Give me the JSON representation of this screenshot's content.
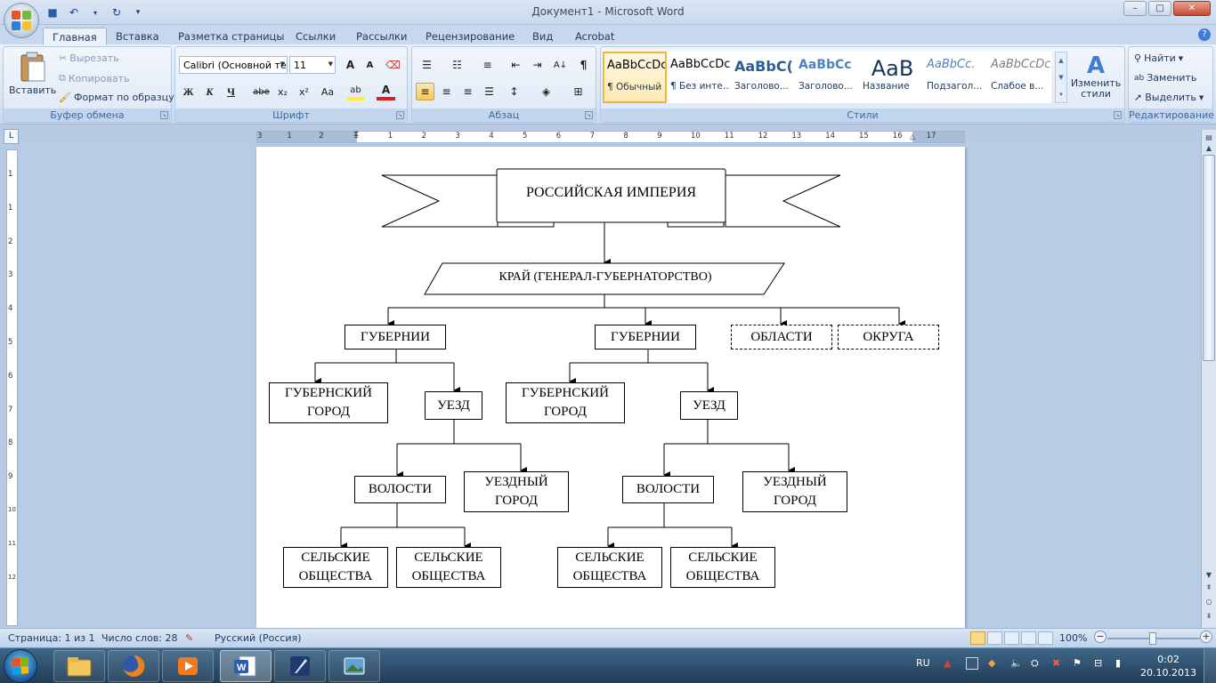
{
  "window": {
    "title": "Документ1 - Microsoft Word",
    "controls": {
      "minimize": "–",
      "maximize": "□",
      "close": "✕"
    }
  },
  "quick_access": {
    "save_icon": "💾",
    "undo_icon": "↶",
    "redo_icon": "↻",
    "customize_icon": "▾"
  },
  "tabs": [
    {
      "label": "Главная",
      "active": true
    },
    {
      "label": "Вставка"
    },
    {
      "label": "Разметка страницы"
    },
    {
      "label": "Ссылки"
    },
    {
      "label": "Рассылки"
    },
    {
      "label": "Рецензирование"
    },
    {
      "label": "Вид"
    },
    {
      "label": "Acrobat"
    }
  ],
  "ribbon": {
    "clipboard": {
      "label": "Буфер обмена",
      "paste": "Вставить",
      "cut": "Вырезать",
      "copy": "Копировать",
      "format_painter": "Формат по образцу"
    },
    "font": {
      "label": "Шрифт",
      "name": "Calibri (Основной те",
      "size": "11",
      "grow": "A",
      "shrink": "A",
      "bold": "Ж",
      "italic": "К",
      "underline": "Ч",
      "strike": "abe",
      "sub": "x₂",
      "sup": "x²",
      "case": "Aa",
      "highlight": "ab",
      "color": "A"
    },
    "paragraph": {
      "label": "Абзац",
      "marks": "¶",
      "sort": "A↓"
    },
    "styles": {
      "label": "Стили",
      "items": [
        {
          "preview": "AaBbCcDc",
          "name": "¶ Обычный",
          "selected": true
        },
        {
          "preview": "AaBbCcDc",
          "name": "¶ Без инте..."
        },
        {
          "preview": "AaBbC(",
          "name": "Заголово..."
        },
        {
          "preview": "AaBbCc",
          "name": "Заголово..."
        },
        {
          "preview": "AaB",
          "name": "Название"
        },
        {
          "preview": "AaBbCc.",
          "name": "Подзагол..."
        },
        {
          "preview": "AaBbCcDc",
          "name": "Слабое в..."
        }
      ],
      "change_styles": "Изменить стили"
    },
    "editing": {
      "label": "Редактирование",
      "find": "Найти",
      "replace": "Заменить",
      "select": "Выделить"
    }
  },
  "ruler_h": [
    "3",
    "1",
    "2",
    "1",
    "1",
    "2",
    "3",
    "4",
    "5",
    "6",
    "7",
    "8",
    "9",
    "10",
    "11",
    "12",
    "13",
    "14",
    "15",
    "16",
    "17"
  ],
  "ruler_v": [
    "1",
    "1",
    "2",
    "3",
    "4",
    "5",
    "6",
    "7",
    "8",
    "9",
    "10",
    "11",
    "12"
  ],
  "diagram": {
    "empire": "РОССИЙСКАЯ ИМПЕРИЯ",
    "krai": "КРАЙ (ГЕНЕРАЛ-ГУБЕРНАТОРСТВО)",
    "gubernii_left": "ГУБЕРНИИ",
    "gubernii_right": "ГУБЕРНИИ",
    "oblasti": "ОБЛАСТИ",
    "okruga": "ОКРУГА",
    "gub_city_left": "ГУБЕРНСКИЙ ГОРОД",
    "uezd_left": "УЕЗД",
    "gub_city_right": "ГУБЕРНСКИЙ ГОРОД",
    "uezd_right": "УЕЗД",
    "volosti_left": "ВОЛОСТИ",
    "uezd_city_left": "УЕЗДНЫЙ ГОРОД",
    "volosti_right": "ВОЛОСТИ",
    "uezd_city_right": "УЕЗДНЫЙ ГОРОД",
    "rural_1": "СЕЛЬСКИЕ ОБЩЕСТВА",
    "rural_2": "СЕЛЬСКИЕ ОБЩЕСТВА",
    "rural_3": "СЕЛЬСКИЕ ОБЩЕСТВА",
    "rural_4": "СЕЛЬСКИЕ ОБЩЕСТВА"
  },
  "status": {
    "page": "Страница: 1 из 1",
    "words": "Число слов: 28",
    "language": "Русский (Россия)",
    "zoom": "100%",
    "zoom_minus": "−",
    "zoom_plus": "+"
  },
  "taskbar": {
    "lang": "RU",
    "time": "0:02",
    "date": "20.10.2013"
  },
  "colors": {
    "accent": "#3e6aa5",
    "ribbon": "#dde8f6",
    "doc_bg": "#b9cce6"
  }
}
